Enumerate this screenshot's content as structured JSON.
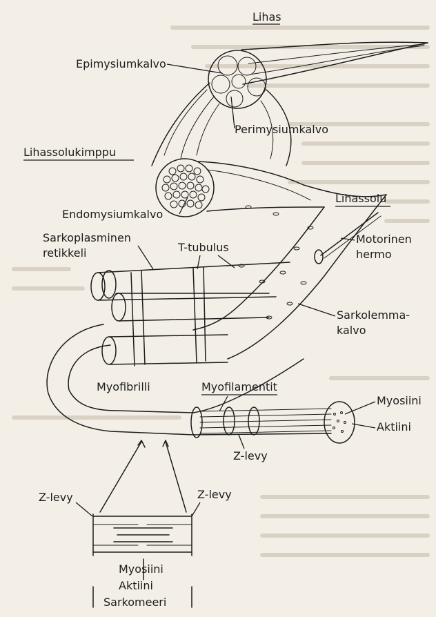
{
  "colors": {
    "paper": "#f3efe7",
    "ink": "#1c1c1c",
    "bleed": "#d9d2c4"
  },
  "labels": {
    "lihas": "Lihas",
    "epimysiumkalvo": "Epimysiumkalvo",
    "perimysiumkalvo": "Perimysiumkalvo",
    "lihassolukimppu": "Lihassolukimppu",
    "endomysiumkalvo": "Endomysiumkalvo",
    "lihassolu": "Lihassolu",
    "sarkoplasminen": "Sarkoplasminen",
    "retikkeli": "retikkeli",
    "t_tubulus": "T-tubulus",
    "motorinen": "Motorinen",
    "hermo": "hermo",
    "sarkolemma": "Sarkolemma-",
    "kalvo": "kalvo",
    "myofibrilli": "Myofibrilli",
    "myofilamentit": "Myofilamentit",
    "myosiini": "Myosiini",
    "aktiini": "Aktiini",
    "z_levy": "Z-levy",
    "z_levy_left": "Z-levy",
    "z_levy_right": "Z-levy",
    "sarkomeeri_myosiini": "Myosiini",
    "sarkomeeri_aktiini": "Aktiini",
    "sarkomeeri": "Sarkomeeri"
  }
}
